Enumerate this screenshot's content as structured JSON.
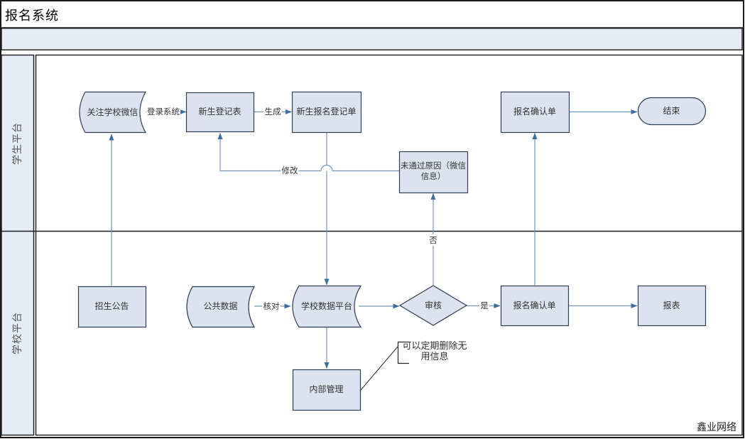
{
  "title": "报名系统",
  "watermark": "鑫业网络",
  "lanes": {
    "student": "学生平台",
    "school": "学校平台"
  },
  "nodes": {
    "wechat": "关注学校微信",
    "reg_form": "新生登记表",
    "reg_sheet": "新生报名登记单",
    "confirm_top": "报名确认单",
    "end": "结束",
    "reject_line1": "未通过原因（微信",
    "reject_line2": "信息）",
    "notice": "招生公告",
    "public_data": "公共数据",
    "school_data": "学校数据平台",
    "review": "审核",
    "confirm_bottom": "报名确认单",
    "report": "报表",
    "internal": "内部管理"
  },
  "edge_labels": {
    "login": "登录系统",
    "generate": "生成",
    "modify": "修改",
    "verify": "核对",
    "yes": "是",
    "no": "否"
  },
  "annotation": {
    "line1": "可以定期删除无",
    "line2": "用信息"
  },
  "colors": {
    "lane_fill": "#e6ecf6",
    "node_fill": "#dce3ee",
    "node_stroke": "#2f3e52",
    "connector": "#7494b5",
    "arrowhead": "#3f6e9e",
    "frame": "#1a1a1a"
  }
}
